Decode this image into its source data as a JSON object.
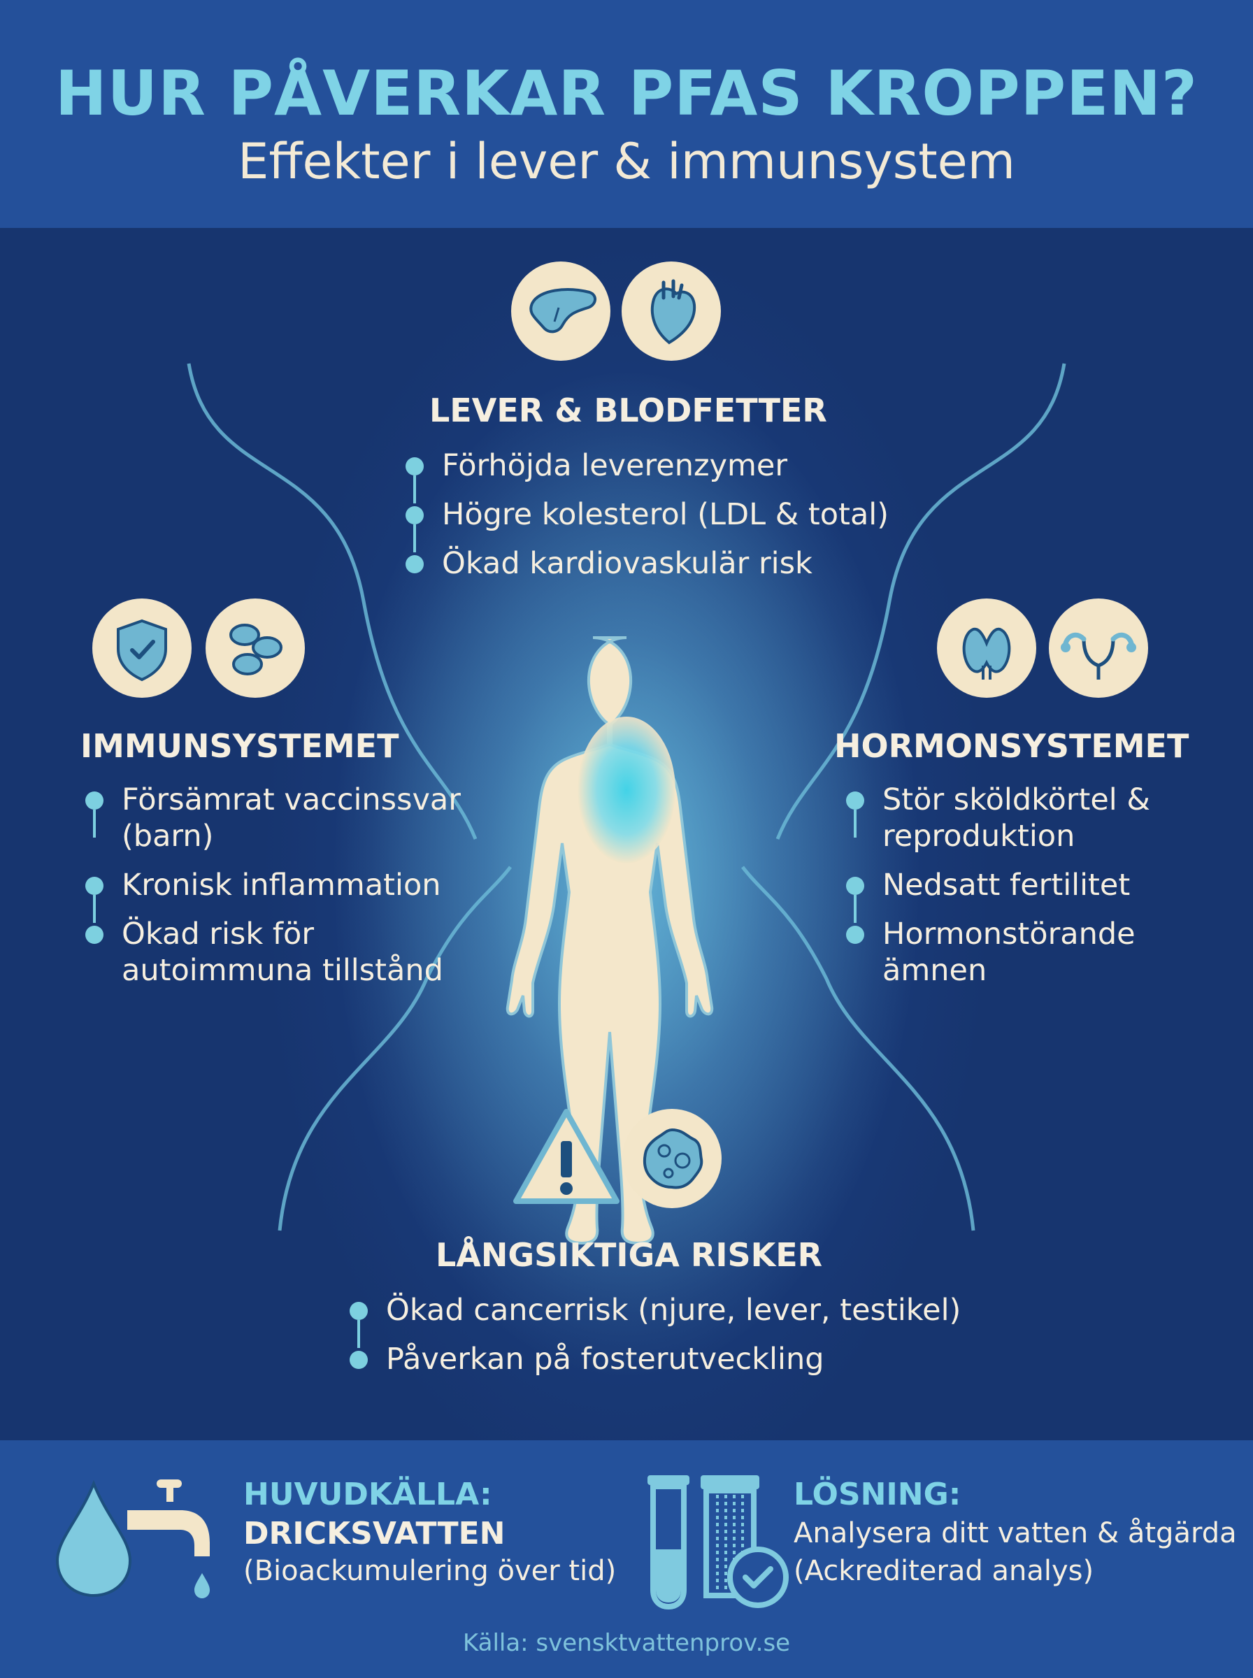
{
  "header": {
    "title": "HUR PÅVERKAR PFAS KROPPEN?",
    "subtitle": "Effekter i lever & immunsystem"
  },
  "sections": {
    "liver": {
      "title": "LEVER & BLODFETTER",
      "icons": [
        "liver-icon",
        "heart-icon"
      ],
      "items": [
        "Förhöjda leverenzymer",
        "Högre kolesterol (LDL & total)",
        "Ökad kardiovaskulär risk"
      ]
    },
    "immune": {
      "title": "IMMUNSYSTEMET",
      "icons": [
        "shield-check-icon",
        "blood-cells-icon"
      ],
      "items": [
        "Försämrat vaccinssvar (barn)",
        "Kronisk inflammation",
        "Ökad risk för autoimmuna tillstånd"
      ]
    },
    "hormone": {
      "title": "HORMONSYSTEMET",
      "icons": [
        "thyroid-icon",
        "uterus-icon"
      ],
      "items": [
        "Stör sköldkörtel & reproduktion",
        "Nedsatt fertilitet",
        "Hormonstörande ämnen"
      ]
    },
    "longterm": {
      "title": "LÅNGSIKTIGA RISKER",
      "icons": [
        "warning-icon",
        "cancer-cell-icon"
      ],
      "items": [
        "Ökad cancerrisk (njure, lever, testikel)",
        "Påverkan på fosterutveckling"
      ]
    }
  },
  "footer": {
    "source_block": {
      "heading": "HUVUDKÄLLA:",
      "strong": "DRICKSVATTEN",
      "text": "(Bioackumulering över tid)",
      "icons": [
        "water-drop-icon",
        "faucet-icon"
      ]
    },
    "solution_block": {
      "heading": "LÖSNING:",
      "line1": "Analysera ditt vatten & åtgärda",
      "line2": "(Ackrediterad analys)",
      "icons": [
        "test-tube-icon",
        "filter-check-icon"
      ]
    },
    "source_credit": "Källa: svensktvattenprov.se"
  },
  "colors": {
    "background": "#193a78",
    "header": "#24509a",
    "accent": "#7fd3e6",
    "text": "#f6efe0",
    "icon_circle": "#f3e6c9"
  }
}
